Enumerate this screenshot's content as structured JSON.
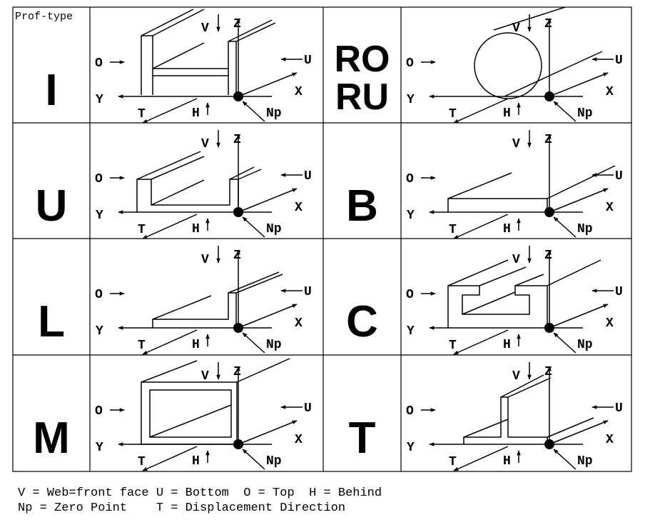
{
  "header_label": "Prof-type",
  "axis_labels": {
    "v": "V",
    "z": "Z",
    "o": "O",
    "u": "U",
    "y": "Y",
    "x": "X",
    "t": "T",
    "h": "H",
    "np": "Np"
  },
  "profiles": [
    {
      "id": "I",
      "label": "I"
    },
    {
      "id": "RO-RU",
      "label": "RO",
      "label2": "RU"
    },
    {
      "id": "U",
      "label": "U"
    },
    {
      "id": "B",
      "label": "B"
    },
    {
      "id": "L",
      "label": "L"
    },
    {
      "id": "C",
      "label": "C"
    },
    {
      "id": "M",
      "label": "M"
    },
    {
      "id": "T",
      "label": "T"
    }
  ],
  "legend": {
    "line1": "V = Web=front face U = Bottom  O = Top  H = Behind",
    "line2": "Np = Zero Point    T = Displacement Direction"
  }
}
